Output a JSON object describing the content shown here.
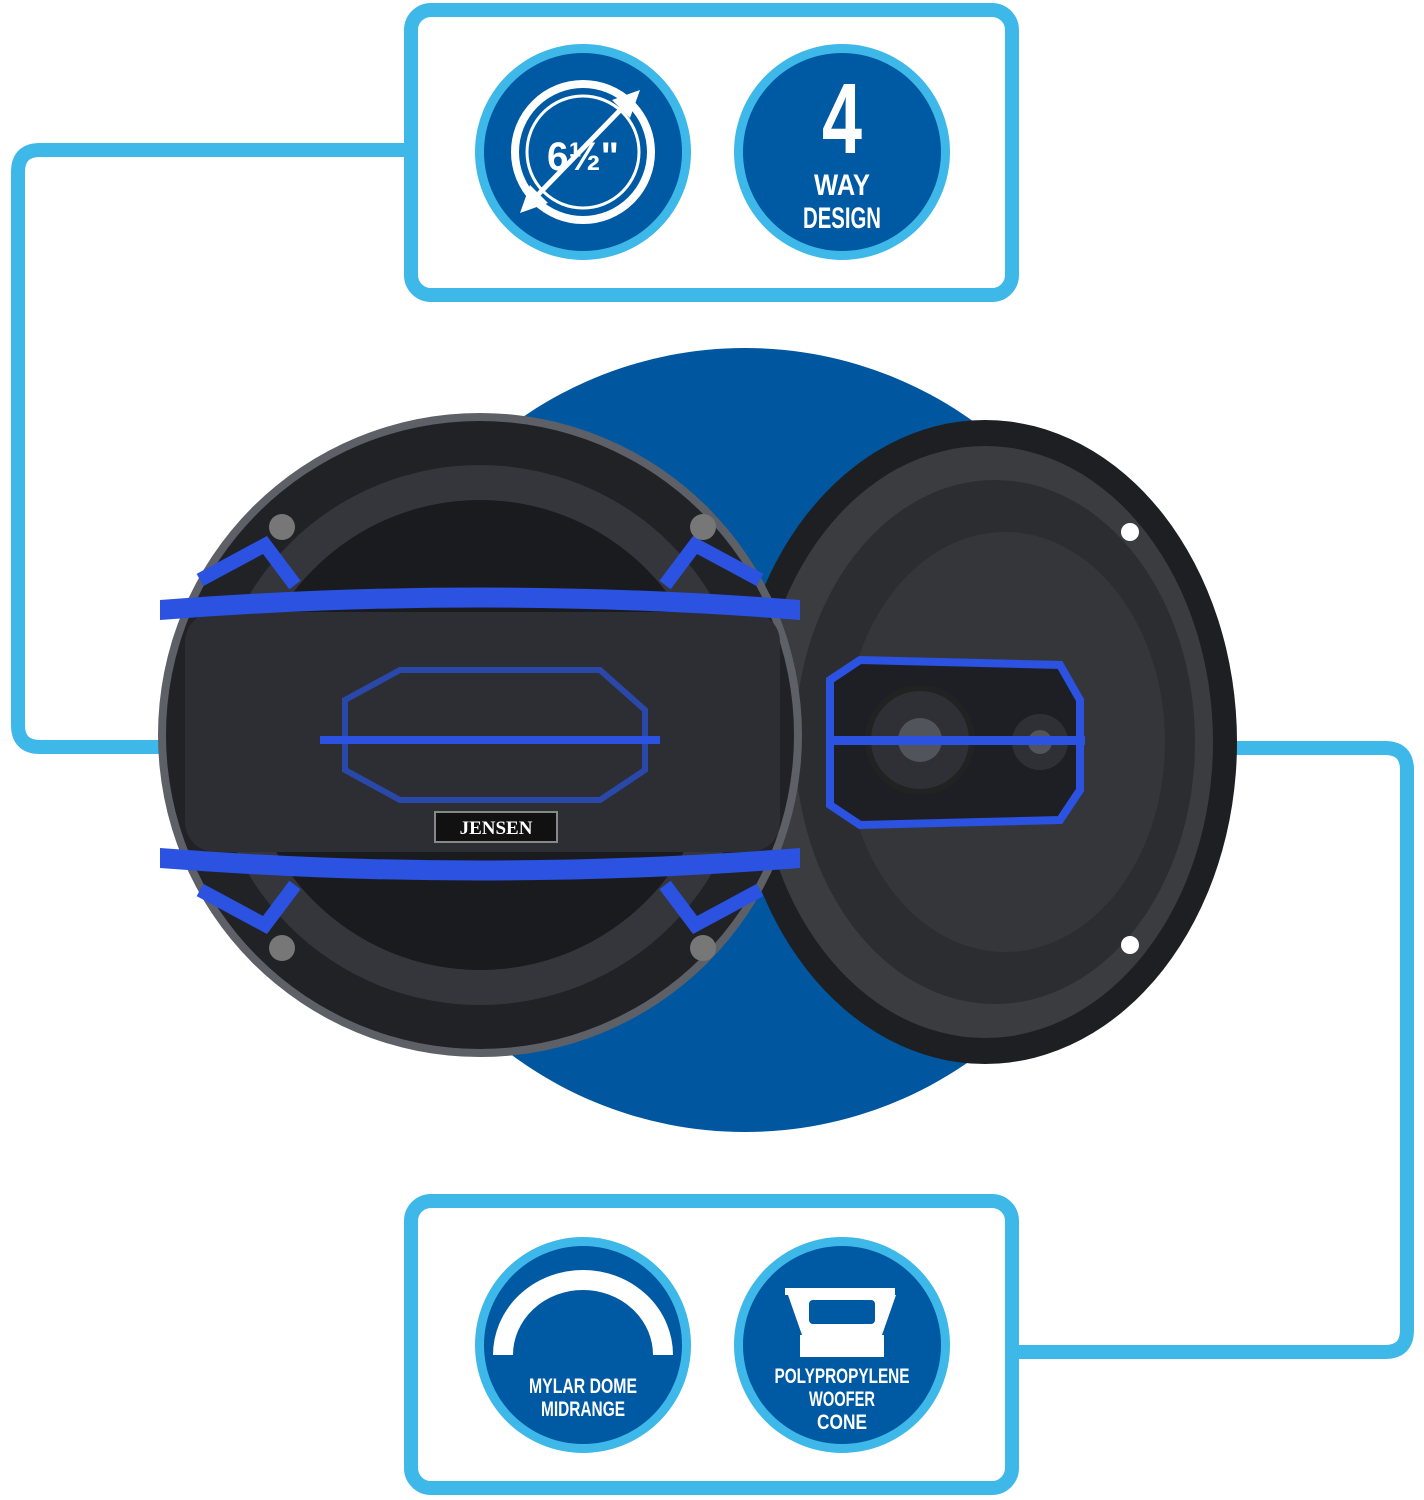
{
  "colors": {
    "frame": "#3db8e8",
    "badge_fill": "#0059a3",
    "backdrop_circle": "#0057a0",
    "speaker_accent": "#2b52e0",
    "speaker_body": "#2a2c30"
  },
  "top_features": [
    {
      "icon": "diameter-arrow-icon",
      "label_main": "6½\""
    },
    {
      "icon": "number-badge",
      "number": "4",
      "line1": "WAY",
      "line2": "DESIGN"
    }
  ],
  "bottom_features": [
    {
      "icon": "dome-icon",
      "line1": "MYLAR DOME",
      "line2": "MIDRANGE"
    },
    {
      "icon": "woofer-cone-icon",
      "line1": "POLYPROPYLENE",
      "line2": "WOOFER",
      "line3": "CONE"
    }
  ],
  "product": {
    "brand_logo": "JENSEN"
  }
}
